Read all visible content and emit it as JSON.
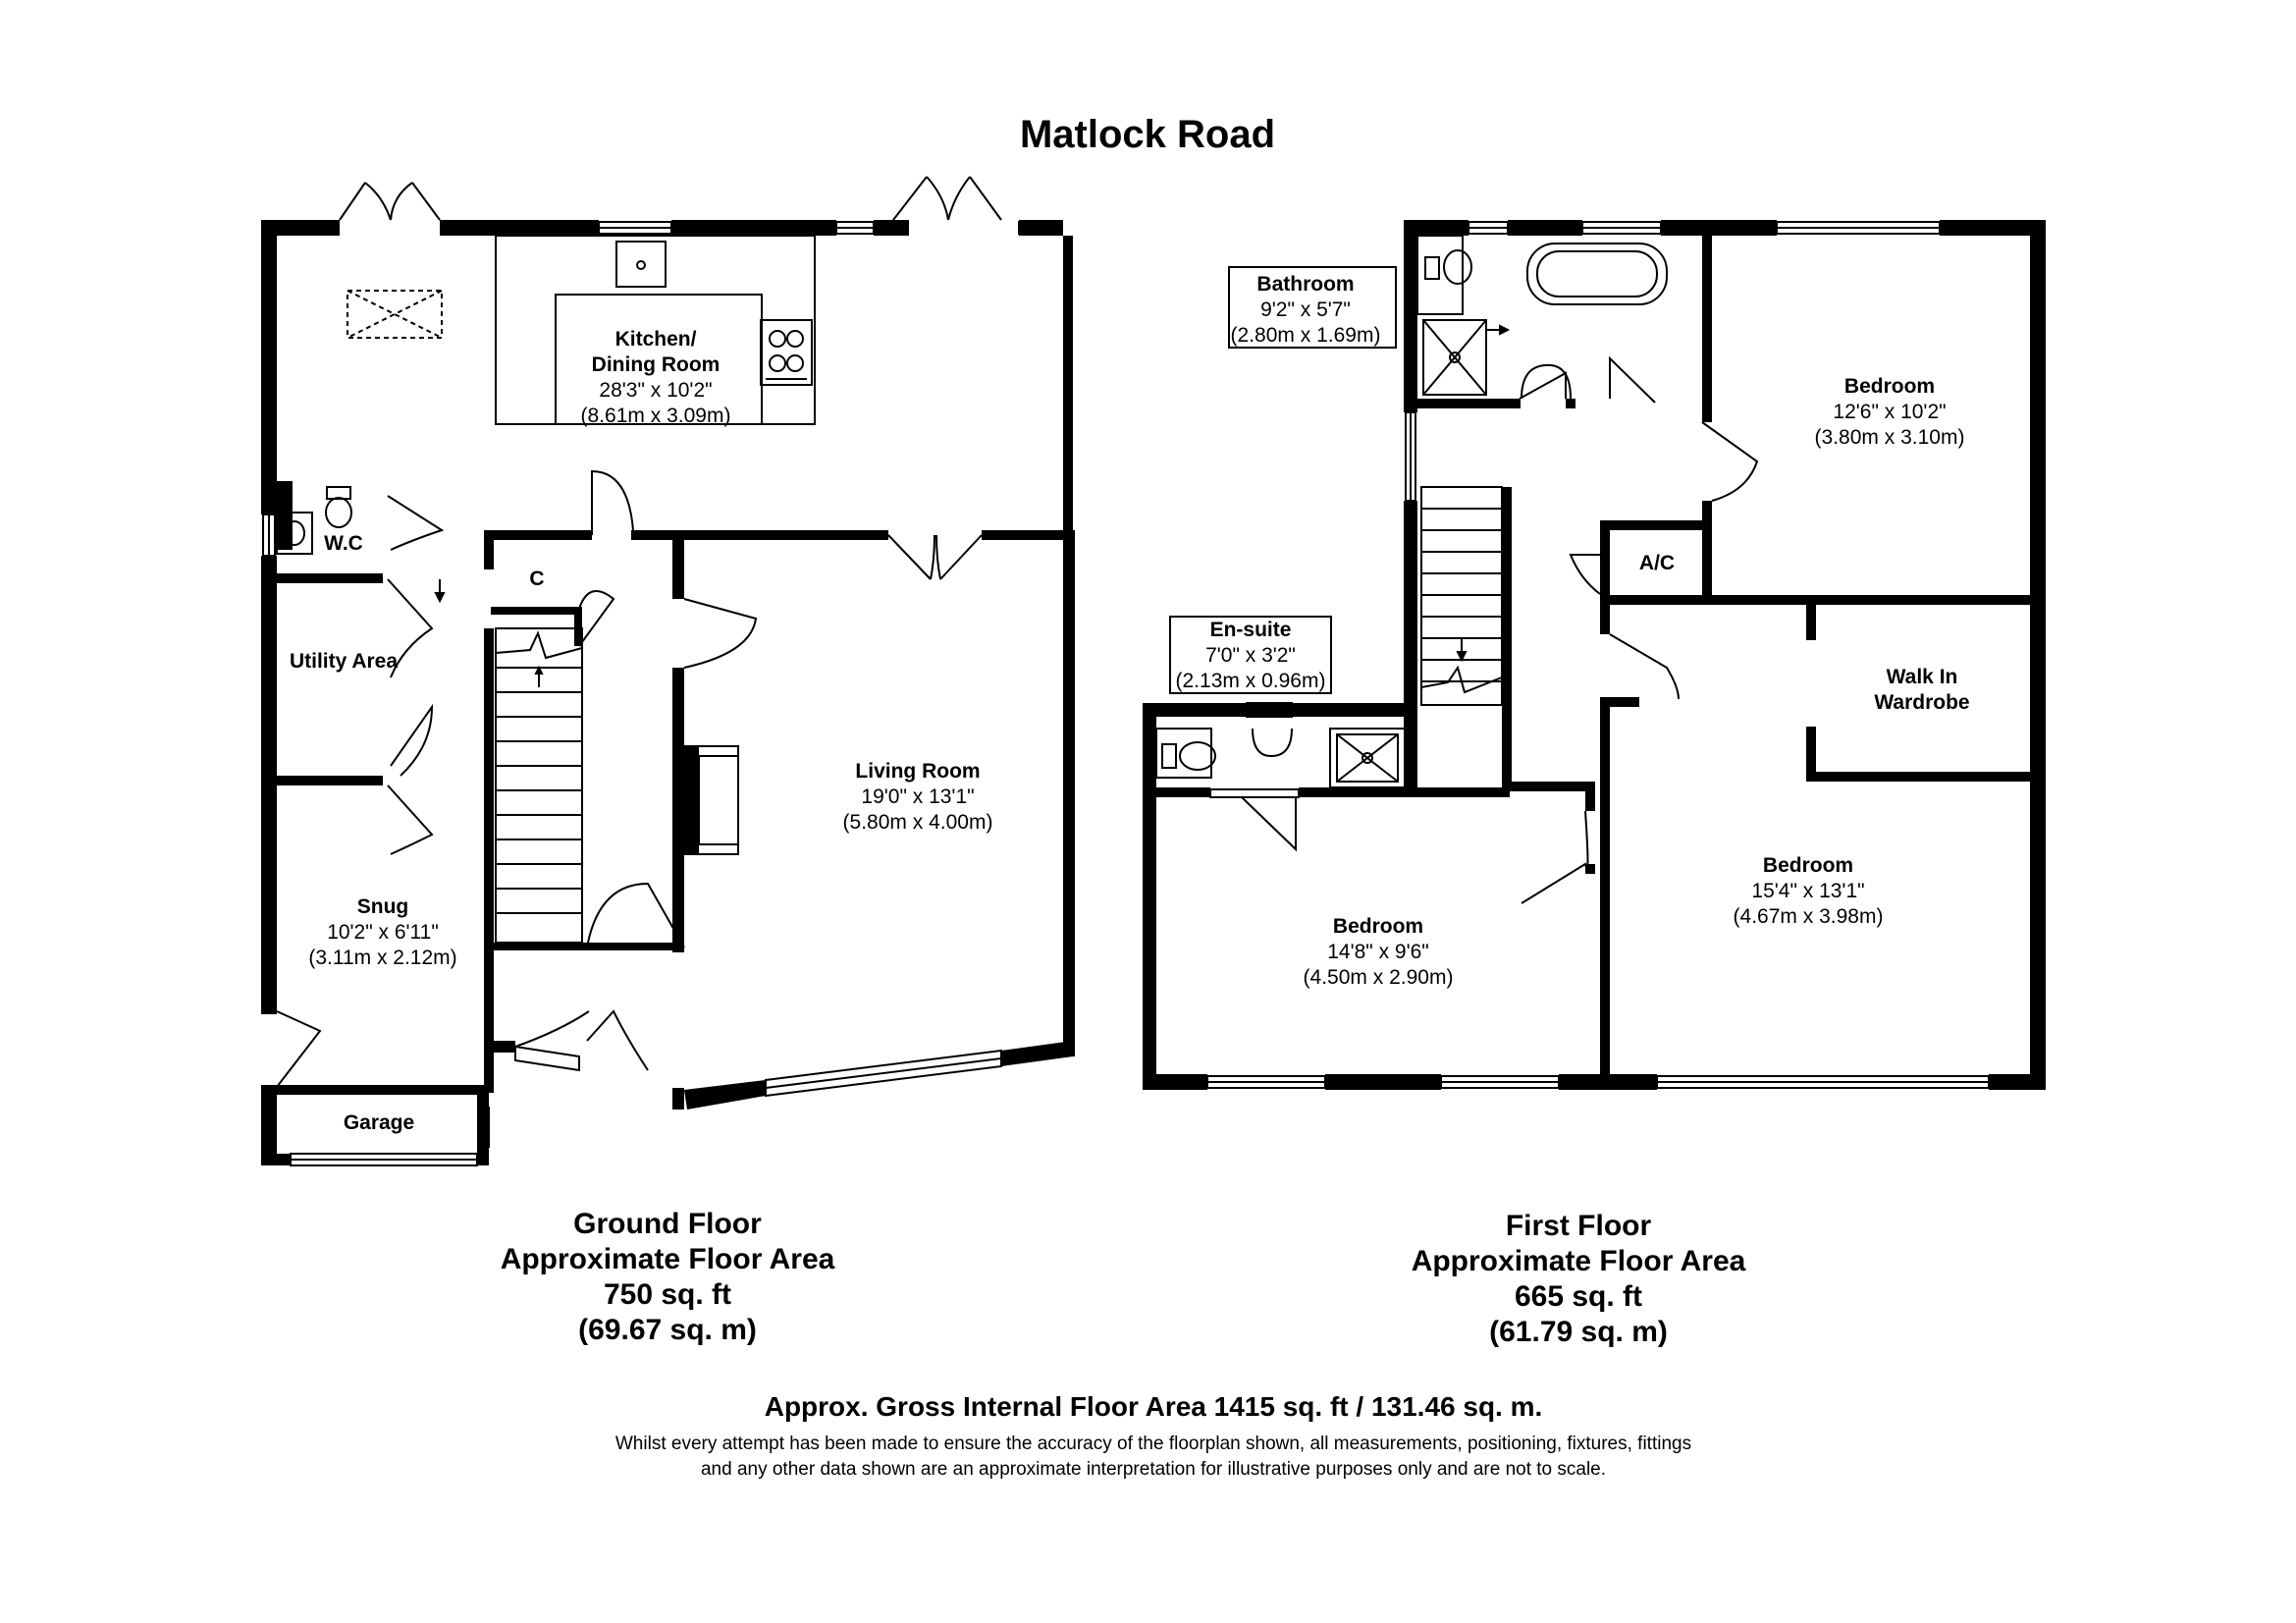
{
  "title": "Matlock Road",
  "ground_floor": {
    "rooms": {
      "kitchen": {
        "name_line1": "Kitchen/",
        "name_line2": "Dining Room",
        "imperial": "28'3\" x 10'2\"",
        "metric": "(8.61m x 3.09m)"
      },
      "wc": {
        "name": "W.C"
      },
      "cupboard": {
        "name": "C"
      },
      "utility": {
        "name": "Utility Area"
      },
      "living": {
        "name": "Living Room",
        "imperial": "19'0\" x 13'1\"",
        "metric": "(5.80m x 4.00m)"
      },
      "snug": {
        "name": "Snug",
        "imperial": "10'2\" x 6'11\"",
        "metric": "(3.11m x 2.12m)"
      },
      "garage": {
        "name": "Garage"
      }
    },
    "label": "Ground Floor",
    "area_label": "Approximate Floor Area",
    "area_sqft": "750 sq. ft",
    "area_sqm": "(69.67 sq. m)"
  },
  "first_floor": {
    "rooms": {
      "bathroom": {
        "name": "Bathroom",
        "imperial": "9'2\" x 5'7\"",
        "metric": "(2.80m x 1.69m)"
      },
      "bedroom1": {
        "name": "Bedroom",
        "imperial": "12'6\" x 10'2\"",
        "metric": "(3.80m x 3.10m)"
      },
      "ac": {
        "name": "A/C"
      },
      "ensuite": {
        "name": "En-suite",
        "imperial": "7'0\" x 3'2\"",
        "metric": "(2.13m x 0.96m)"
      },
      "wardrobe": {
        "name_line1": "Walk In",
        "name_line2": "Wardrobe"
      },
      "bedroom2": {
        "name": "Bedroom",
        "imperial": "15'4\" x 13'1\"",
        "metric": "(4.67m x 3.98m)"
      },
      "bedroom3": {
        "name": "Bedroom",
        "imperial": "14'8\" x 9'6\"",
        "metric": "(4.50m x 2.90m)"
      }
    },
    "label": "First Floor",
    "area_label": "Approximate Floor Area",
    "area_sqft": "665 sq. ft",
    "area_sqm": "(61.79 sq. m)"
  },
  "total_area": "Approx. Gross Internal Floor Area 1415 sq. ft / 131.46 sq. m.",
  "disclaimer_line1": "Whilst every attempt has been made to ensure the accuracy of the floorplan shown, all measurements, positioning, fixtures, fittings",
  "disclaimer_line2": "and any other data shown are an approximate interpretation for illustrative purposes only and are not to scale."
}
